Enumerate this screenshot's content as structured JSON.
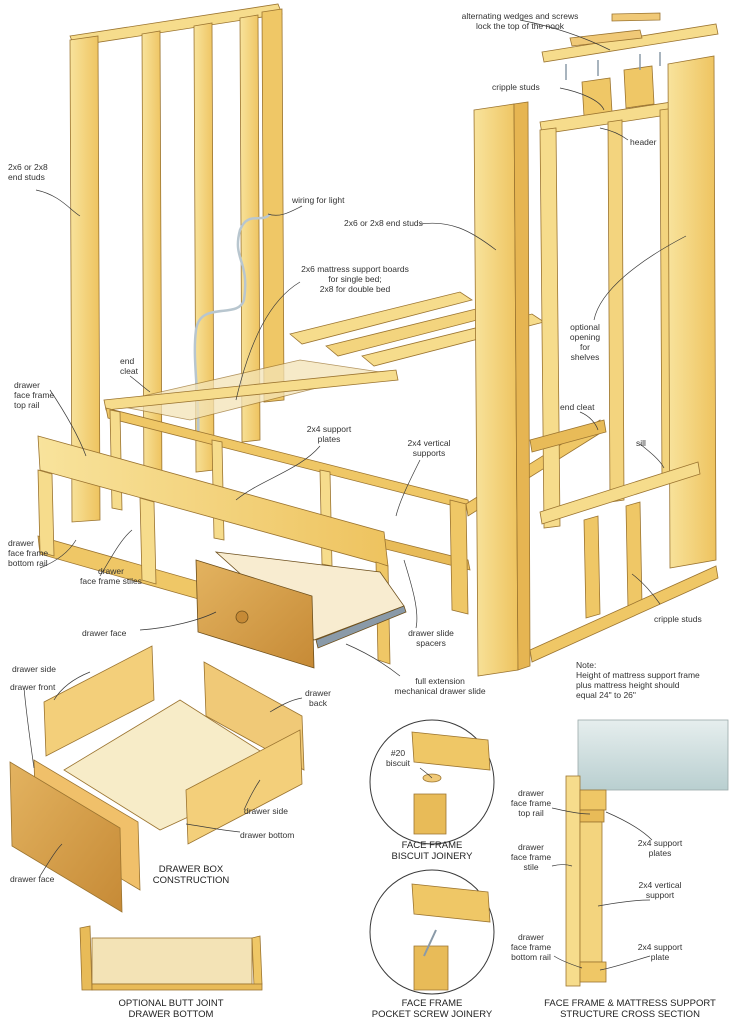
{
  "colors": {
    "wood_light": "#f6dc8c",
    "wood_mid": "#efc766",
    "wood_dark": "#d9a548",
    "wood_edge": "#9b7430",
    "drawer_front": "#d9a14a",
    "drawer_front_dark": "#b97e2e",
    "plywood": "#f3e6c4",
    "mattress": "#c9dcdc",
    "metal": "#8a9aa8",
    "wire": "#b8c6cf",
    "line": "#3a3a3a"
  },
  "labels": {
    "alternating_wedges": "alternating wedges and screws\nlock the top of the nook",
    "cripple_studs_top": "cripple studs",
    "header": "header",
    "end_studs_left": "2x6 or 2x8\nend studs",
    "wiring": "wiring for light",
    "end_studs_right": "2x6 or 2x8 end studs",
    "mattress_boards": "2x6 mattress support boards\nfor single bed;\n2x8 for double bed",
    "optional_opening": "optional\nopening\nfor\nshelves",
    "end_cleat_left": "end\ncleat",
    "end_cleat_right": "end cleat",
    "top_rail": "drawer\nface frame\ntop rail",
    "support_plates": "2x4 support\nplates",
    "vertical_supports": "2x4 vertical\nsupports",
    "sill": "sill",
    "bottom_rail": "drawer\nface frame\nbottom rail",
    "stiles": "drawer\nface frame stiles",
    "drawer_face_main": "drawer face",
    "slide_spacers": "drawer slide\nspacers",
    "cripple_studs_bottom": "cripple studs",
    "drawer_slide": "full extension\nmechanical drawer slide",
    "note": "Note:\nHeight of mattress support frame\nplus mattress height should\nequal 24\" to 26\"",
    "drawer_side_top": "drawer side",
    "drawer_front": "drawer front",
    "drawer_back": "drawer\nback",
    "drawer_side_right": "drawer side",
    "drawer_bottom": "drawer bottom",
    "drawer_face_small": "drawer face",
    "biscuit": "#20\nbiscuit",
    "cs_top_rail": "drawer\nface frame\ntop rail",
    "cs_support_plates": "2x4 support\nplates",
    "cs_stile": "drawer\nface frame\nstile",
    "cs_vertical_support": "2x4 vertical\nsupport",
    "cs_bottom_rail": "drawer\nface frame\nbottom rail",
    "cs_support_plate": "2x4 support\nplate"
  },
  "captions": {
    "drawer_box": "DRAWER BOX\nCONSTRUCTION",
    "biscuit_joinery": "FACE FRAME\nBISCUIT JOINERY",
    "pocket_screw": "FACE FRAME\nPOCKET SCREW JOINERY",
    "cross_section": "FACE FRAME & MATTRESS SUPPORT\nSTRUCTURE CROSS SECTION",
    "butt_joint": "OPTIONAL BUTT JOINT\nDRAWER BOTTOM"
  }
}
